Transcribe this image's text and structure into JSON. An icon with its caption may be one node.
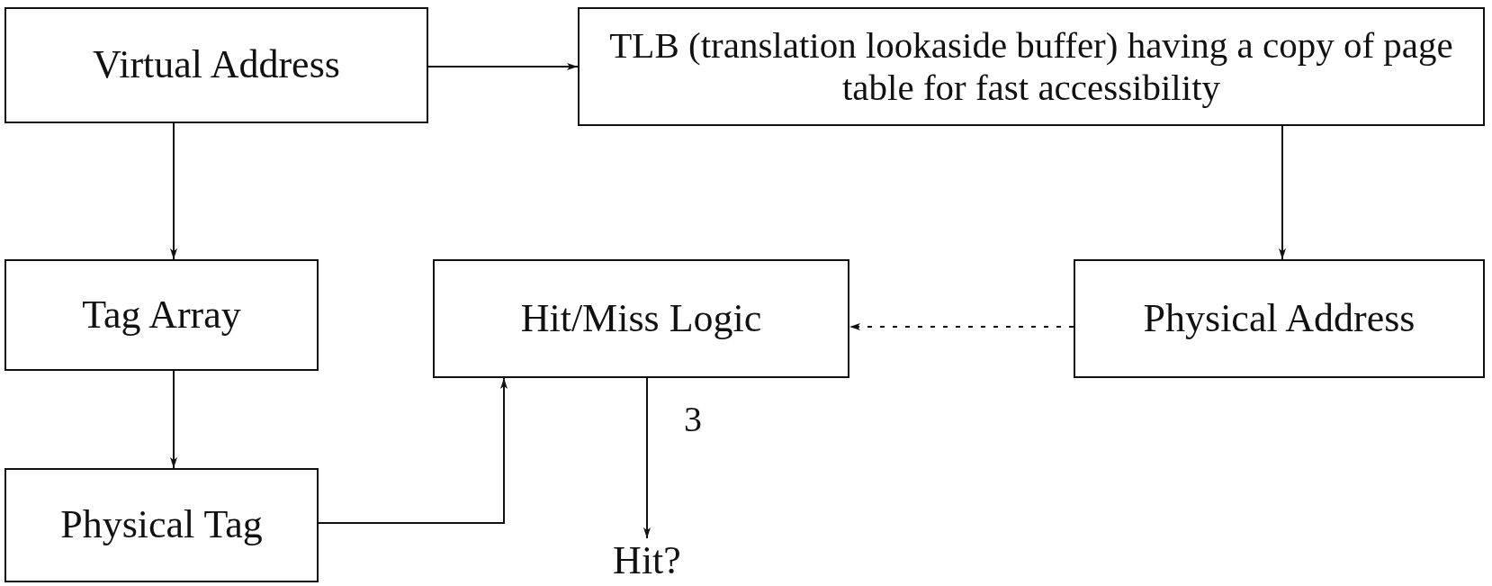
{
  "diagram": {
    "nodes": [
      {
        "text": [
          "Virtual Address"
        ]
      },
      {
        "text": [
          "TLB (translation lookaside buffer) having a copy of page table for fast accessibility"
        ]
      },
      {
        "text": [
          "Tag Array"
        ]
      },
      {
        "text": [
          "Hit/Miss Logic"
        ]
      },
      {
        "text": [
          "Physical Address"
        ]
      },
      {
        "text": [
          "Physical Tag"
        ]
      },
      {
        "text": [
          "Hit?"
        ]
      }
    ],
    "edges": [
      {
        "from": 0,
        "to": 1,
        "arrow": "to"
      },
      {
        "from": 0,
        "to": 2,
        "arrow": "to"
      },
      {
        "from": 1,
        "to": 4,
        "arrow": "to"
      },
      {
        "from": 4,
        "to": 3,
        "arrow": "to",
        "style": "dashed"
      },
      {
        "from": 2,
        "to": 5,
        "arrow": "to"
      },
      {
        "from": 5,
        "to": 3,
        "arrow": "to"
      },
      {
        "from": 3,
        "to": 6,
        "arrow": "to",
        "label": "3"
      }
    ]
  }
}
